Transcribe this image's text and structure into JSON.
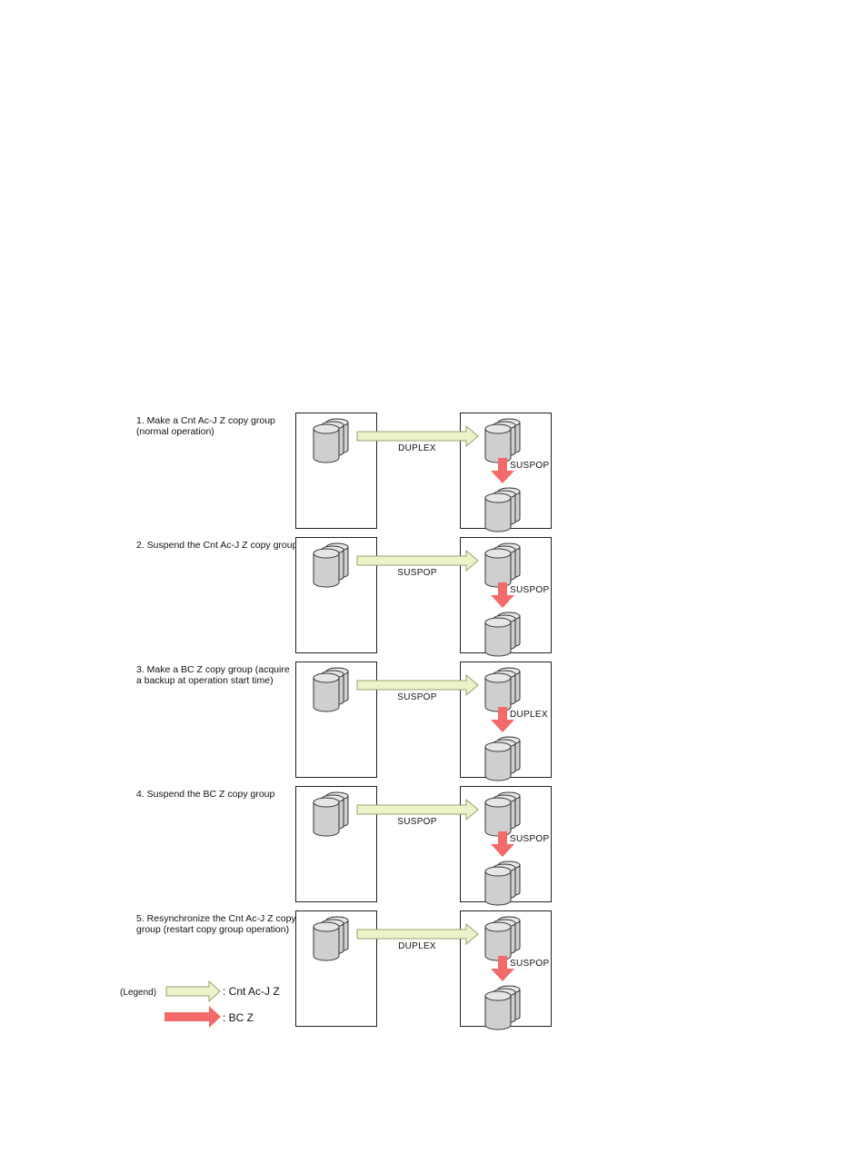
{
  "colors": {
    "cnt_arrow_fill": "#eef2c8",
    "cnt_arrow_stroke": "#9aa073",
    "bc_arrow_fill": "#f26a6a",
    "disk_fill": "#cfcfcf",
    "disk_stroke": "#333333"
  },
  "icons": {
    "volume": "disk-stack-icon"
  },
  "steps": [
    {
      "lines": [
        "1. Make a Cnt Ac-J Z copy group",
        "(normal operation)"
      ],
      "horizontal_status": "DUPLEX",
      "vertical_status": "SUSPOP"
    },
    {
      "lines": [
        "2. Suspend the Cnt Ac-J Z copy group"
      ],
      "horizontal_status": "SUSPOP",
      "vertical_status": "SUSPOP"
    },
    {
      "lines": [
        "3. Make a BC Z copy group (acquire",
        "a backup at operation start time)"
      ],
      "horizontal_status": "SUSPOP",
      "vertical_status": "DUPLEX"
    },
    {
      "lines": [
        "4. Suspend the BC Z copy group"
      ],
      "horizontal_status": "SUSPOP",
      "vertical_status": "SUSPOP"
    },
    {
      "lines": [
        "5. Resynchronize the Cnt Ac-J Z copy",
        "group (restart copy group operation)"
      ],
      "horizontal_status": "DUPLEX",
      "vertical_status": "SUSPOP"
    }
  ],
  "legend": {
    "caption": "(Legend)",
    "cnt_label": ": Cnt Ac-J Z",
    "bc_label": ": BC Z"
  }
}
